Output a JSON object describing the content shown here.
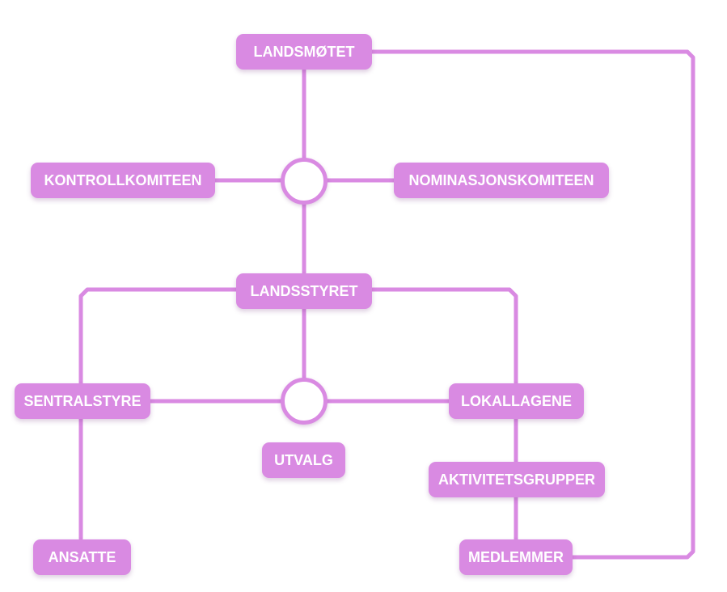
{
  "colors": {
    "node_fill": "#d98ae2",
    "connector": "#d98ae2",
    "node_text": "#ffffff"
  },
  "nodes": {
    "landsmotet": "LANDSMØTET",
    "kontrollkomiteen": "KONTROLLKOMITEEN",
    "nominasjonskomiteen": "NOMINASJONSKOMITEEN",
    "landsstyret": "LANDSSTYRET",
    "sentralstyre": "SENTRALSTYRE",
    "lokallagene": "LOKALLAGENE",
    "utvalg": "UTVALG",
    "aktivitetsgrupper": "AKTIVITETSGRUPPER",
    "ansatte": "ANSATTE",
    "medlemmer": "MEDLEMMER"
  }
}
